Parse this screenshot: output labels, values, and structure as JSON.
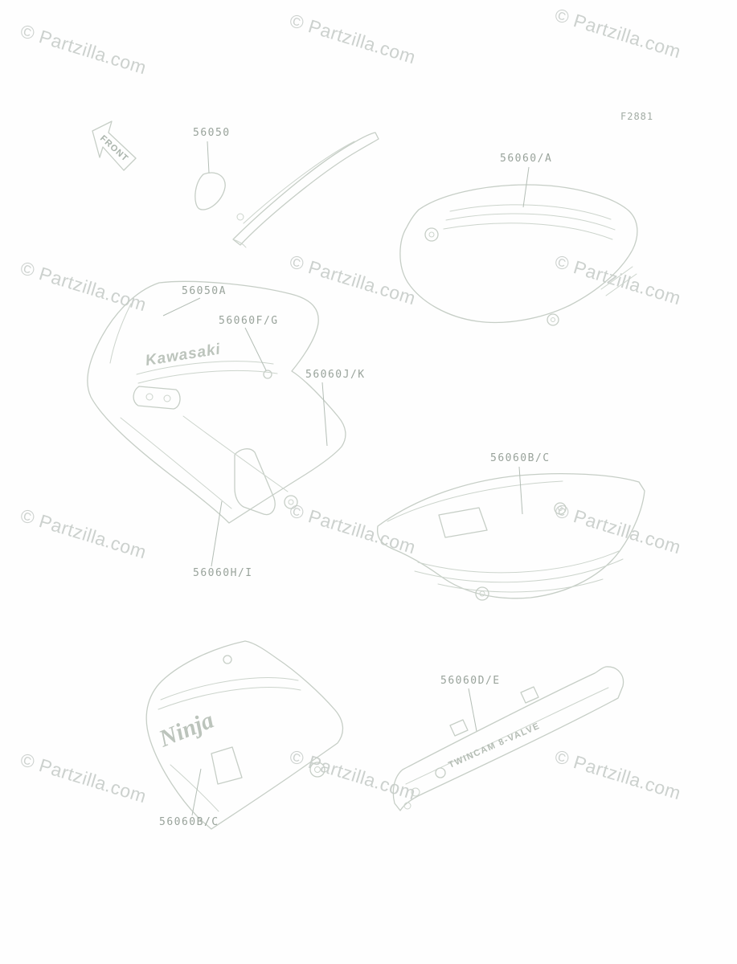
{
  "figure": {
    "ref": "F2881",
    "front_label": "FRONT"
  },
  "watermark": {
    "text": "© Partzilla.com"
  },
  "labels": {
    "p56050": "56050",
    "p56060A": "56060/A",
    "p56050A": "56050A",
    "p56060FG": "56060F/G",
    "p56060JK": "56060J/K",
    "p56060BC_right": "56060B/C",
    "p56060HI": "56060H/I",
    "p56060BC_left": "56060B/C",
    "p56060DE": "56060D/E"
  },
  "decals": {
    "kawasaki": "Kawasaki",
    "ninja": "Ninja",
    "twincam": "TWINCAM 8-VALVE"
  },
  "colors": {
    "line": "#c6cec6",
    "label_text": "#99a39b",
    "watermark": "#969e98",
    "background": "#fefefe"
  }
}
